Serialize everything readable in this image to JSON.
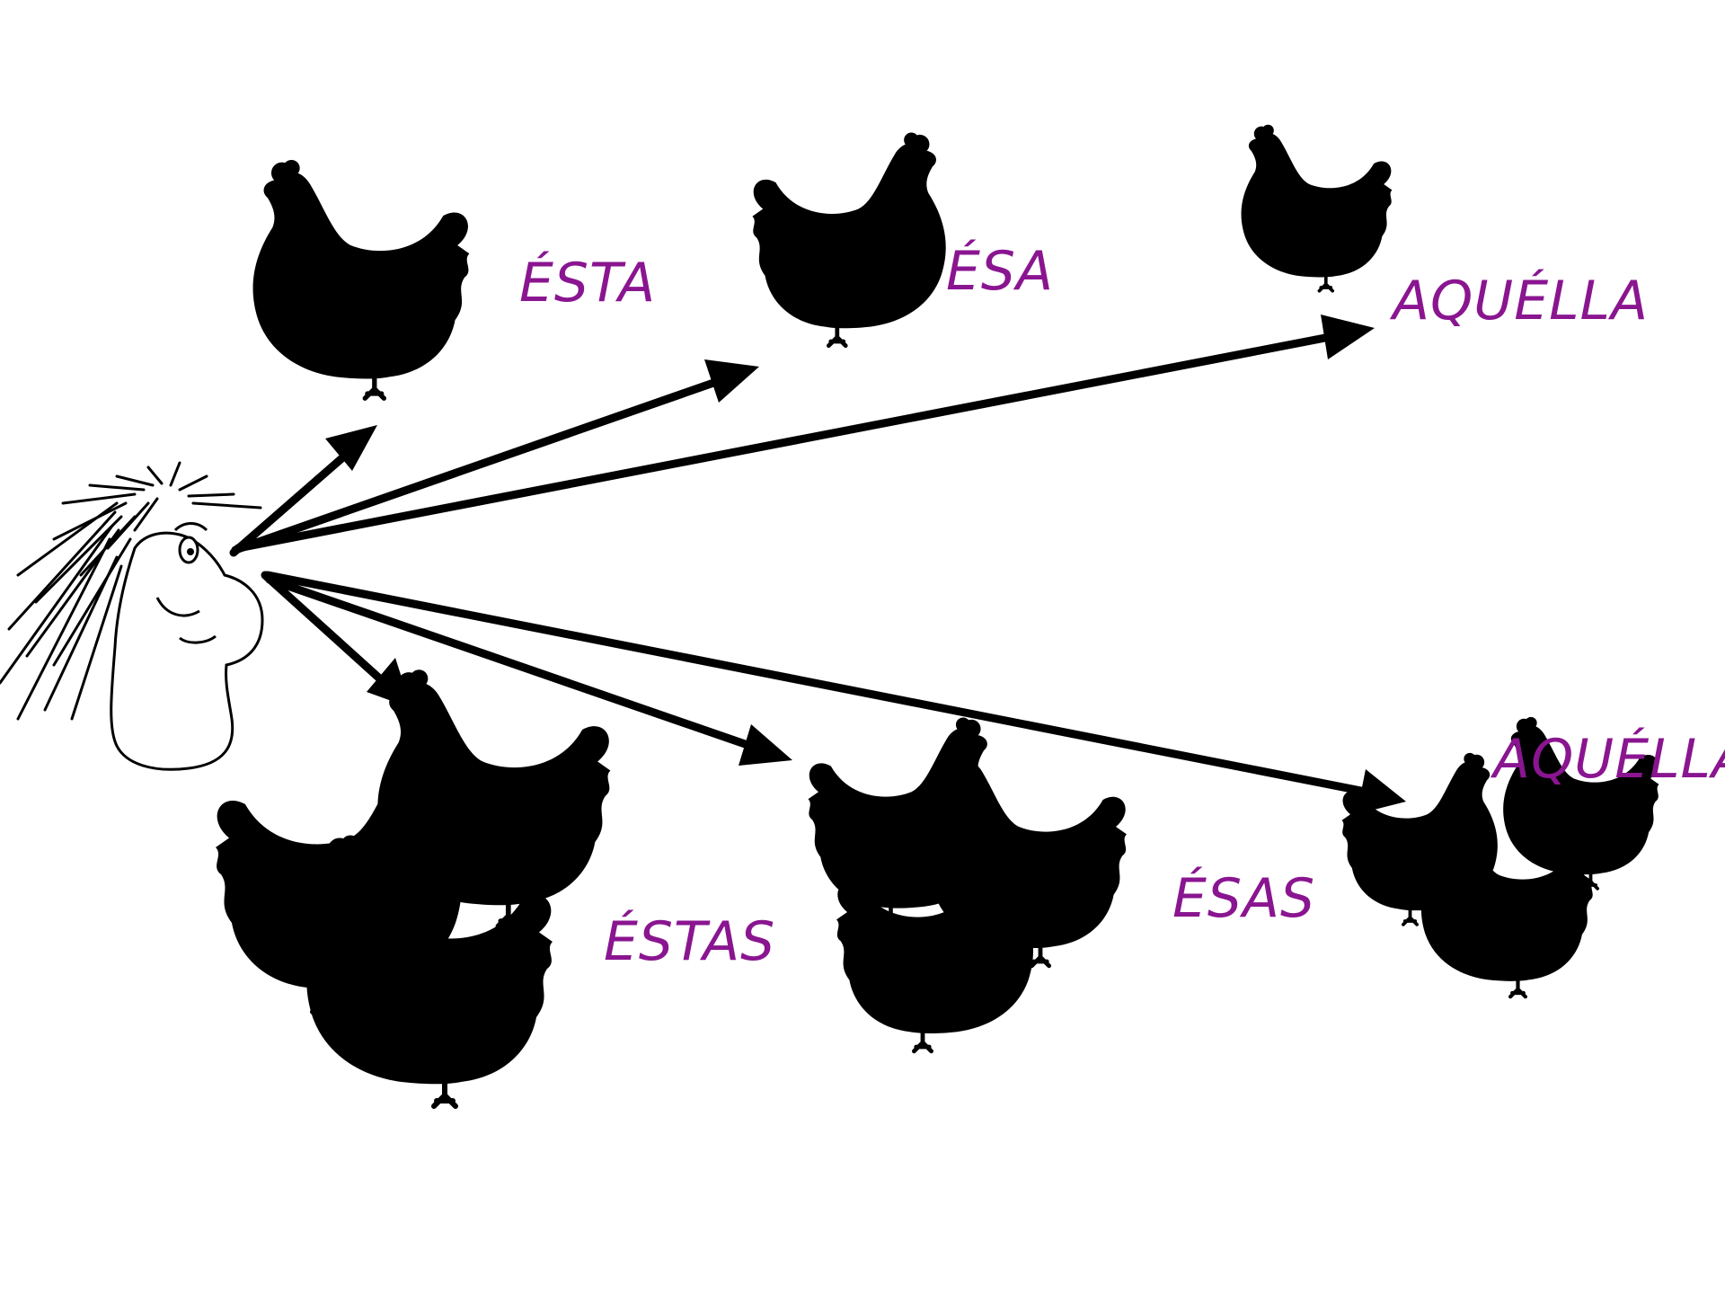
{
  "labels": {
    "esta": "ÉSTA",
    "esa": "ÉSA",
    "aquella": "AQUÉLLA",
    "estas": "ÉSTAS",
    "esas": "ÉSAS",
    "aquellas": "AQUÉLLAS"
  },
  "colors": {
    "label": "#8a1590",
    "silhouette": "#000000",
    "arrow": "#000000",
    "background": "#ffffff"
  },
  "icons": {
    "speaker": "cartoon-person-head",
    "hen": "hen-silhouette"
  }
}
